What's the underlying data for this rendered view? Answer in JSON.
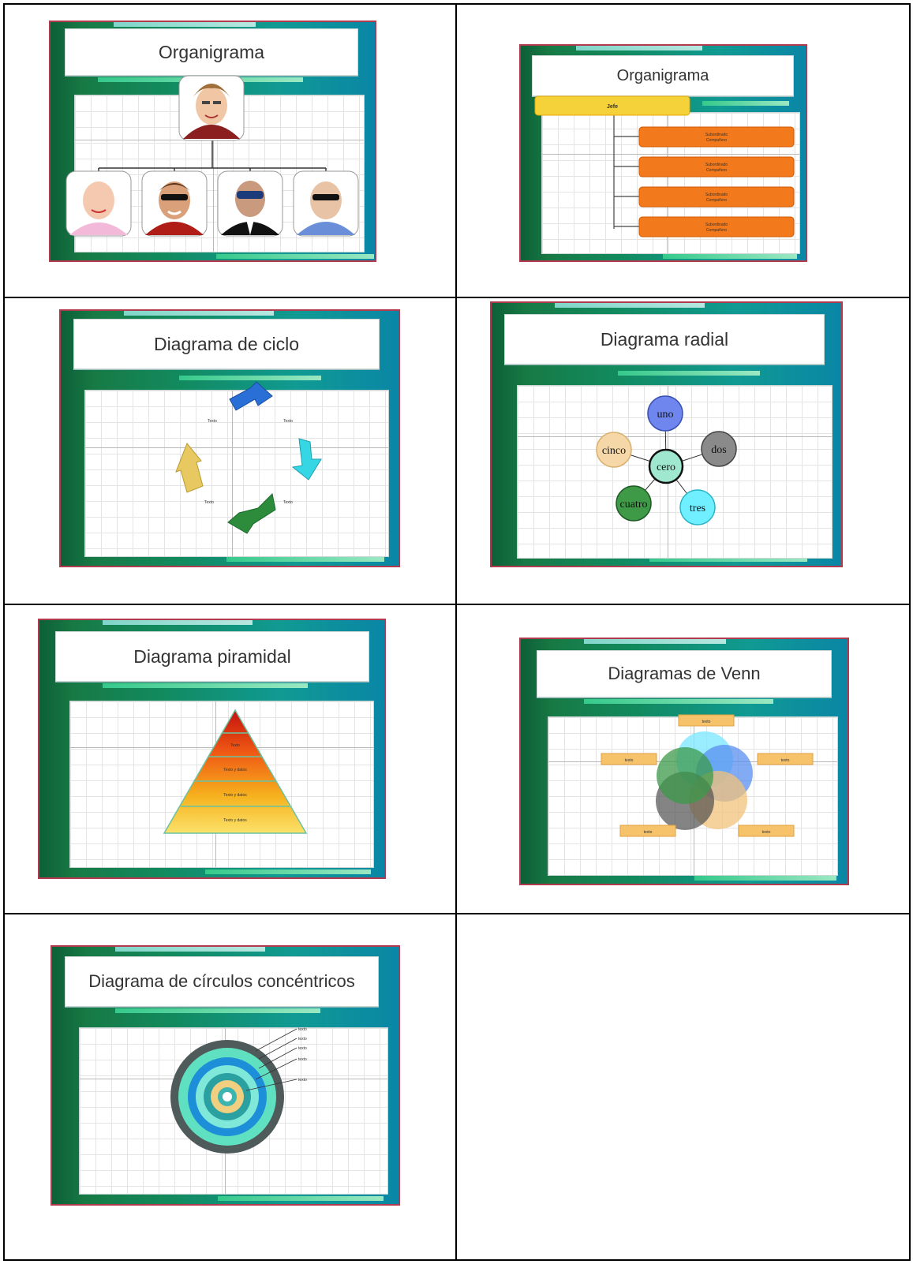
{
  "slides": [
    {
      "title": "Organigrama"
    },
    {
      "title": "Organigrama",
      "boss_label": "Jefe",
      "sub_line1": "Subordinado",
      "sub_line2": "Compañero"
    },
    {
      "title": "Diagrama de ciclo",
      "labels": [
        "Texto",
        "Texto",
        "Texto",
        "Texto"
      ]
    },
    {
      "title": "Diagrama radial",
      "center": "cero",
      "nodes": [
        "uno",
        "dos",
        "tres",
        "cuatro",
        "cinco"
      ]
    },
    {
      "title": "Diagrama piramidal",
      "levels": [
        "Texto",
        "Texto y datos",
        "Texto y datos",
        "Texto y datos"
      ]
    },
    {
      "title": "Diagramas de Venn",
      "labels": [
        "texto",
        "texto",
        "texto",
        "texto",
        "texto"
      ]
    },
    {
      "title": "Diagrama de círculos concéntricos",
      "labels": [
        "texto",
        "texto",
        "texto",
        "texto",
        "texto"
      ]
    }
  ],
  "colors": {
    "slide_border": "#b23a4e",
    "boss": "#f6d23a",
    "sub": "#f27a1c",
    "radial_uno": "#6f86ee",
    "radial_dos": "#8a8a8a",
    "radial_tres": "#6fefff",
    "radial_cuatro": "#3f9a48",
    "radial_cinco": "#f6d8a8",
    "radial_cero": "#9fe8cf"
  },
  "icons": [
    "person-photo",
    "cycle-arrow"
  ]
}
